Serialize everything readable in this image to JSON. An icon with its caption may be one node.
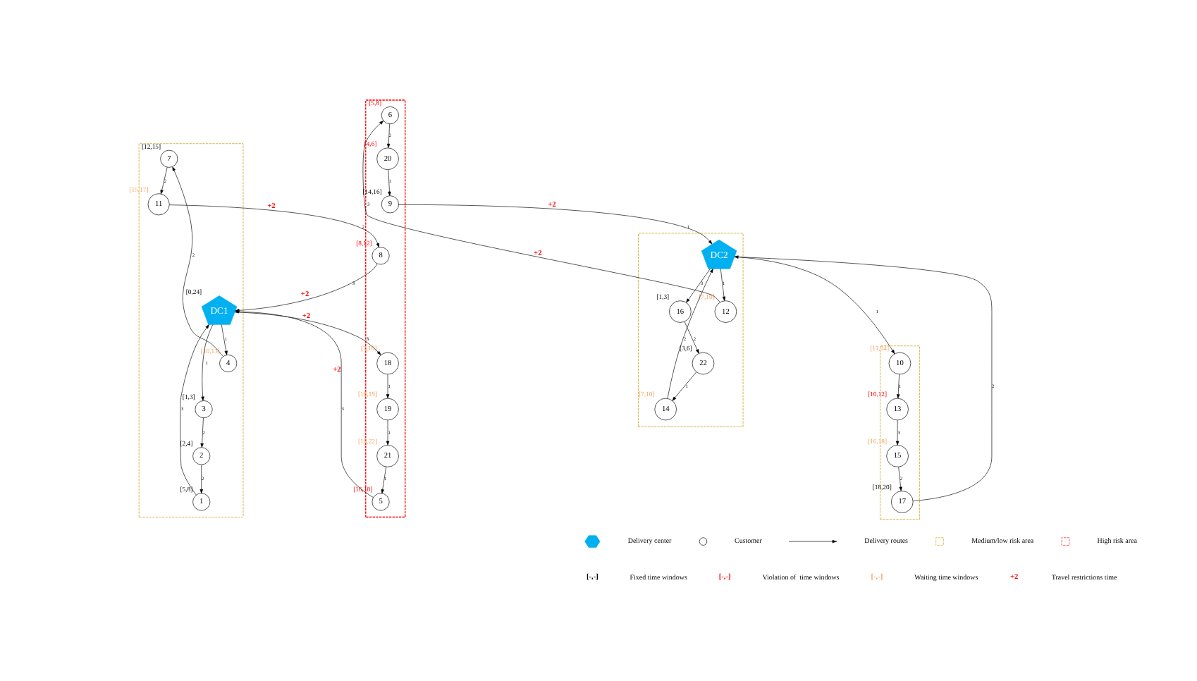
{
  "diagram": {
    "nodes": [
      {
        "text": [],
        "shape": "box"
      },
      {
        "text": [
          "7"
        ],
        "beside": [
          "[12,15]"
        ],
        "in": 0
      },
      {
        "text": [
          "11"
        ],
        "beside": [
          "[15,17]"
        ],
        "in": 0
      },
      {
        "text": [
          "4"
        ],
        "beside": [
          "[10,13]"
        ],
        "in": 0
      },
      {
        "text": [
          "DC1"
        ],
        "beside": [
          "[0,24]"
        ],
        "in": 0
      },
      {
        "text": [
          "1"
        ],
        "beside": [
          "[5,8]"
        ],
        "in": 0
      },
      {
        "text": [
          "2"
        ],
        "beside": [
          "[2,4]"
        ],
        "in": 0
      },
      {
        "text": [
          "3"
        ],
        "beside": [
          "[1,3]"
        ],
        "in": 0
      },
      {
        "text": [],
        "shape": "box"
      },
      {
        "text": [
          "6"
        ],
        "beside": [
          "[5,8]"
        ],
        "in": 8
      },
      {
        "text": [
          "8"
        ],
        "beside": [
          "[8,12]"
        ],
        "in": 8
      },
      {
        "text": [
          "20"
        ],
        "beside": [
          "[4,6]"
        ],
        "in": 8
      },
      {
        "text": [
          "18"
        ],
        "beside": [
          "[7,10]"
        ],
        "in": 8
      },
      {
        "text": [
          "9"
        ],
        "beside": [
          "[14,16]"
        ],
        "in": 8
      },
      {
        "text": [
          "19"
        ],
        "beside": [
          "[16,19]"
        ],
        "in": 8
      },
      {
        "text": [
          "5"
        ],
        "beside": [
          "[16,18]"
        ],
        "in": 8
      },
      {
        "text": [
          "21"
        ],
        "beside": [
          "[18,22]"
        ],
        "in": 8
      },
      {
        "text": [],
        "shape": "box"
      },
      {
        "text": [
          "12"
        ],
        "beside": [
          "[7,10]"
        ],
        "in": 17
      },
      {
        "text": [
          "14"
        ],
        "beside": [
          "[7,10]"
        ],
        "in": 17
      },
      {
        "text": [
          "22"
        ],
        "beside": [
          "[3,6]"
        ],
        "in": 17
      },
      {
        "text": [
          "DC2"
        ],
        "in": 17
      },
      {
        "text": [
          "16"
        ],
        "beside": [
          "[1,3]"
        ],
        "in": 17
      },
      {
        "text": [],
        "shape": "box"
      },
      {
        "text": [
          "10"
        ],
        "beside": [
          "[11,14]"
        ],
        "in": 23
      },
      {
        "text": [
          "17"
        ],
        "beside": [
          "[18,20]"
        ],
        "in": 23
      },
      {
        "text": [
          "13"
        ],
        "beside": [
          "[10,12]"
        ],
        "in": 23
      },
      {
        "text": [
          "15"
        ],
        "beside": [
          "[16,18]"
        ],
        "in": 23
      }
    ],
    "edges": [
      {
        "from": 1,
        "to": 2,
        "arrow": "to",
        "label": "2"
      },
      {
        "from": 2,
        "to": 10,
        "arrow": "to",
        "label": "2"
      },
      {
        "from": 10,
        "to": 4,
        "arrow": "to",
        "label": "3"
      },
      {
        "from": 3,
        "to": 1,
        "arrow": "to",
        "label": "2"
      },
      {
        "from": 4,
        "to": 3,
        "arrow": "to",
        "label": "1"
      },
      {
        "from": 5,
        "to": 4,
        "arrow": "to",
        "label": "3"
      },
      {
        "from": 6,
        "to": 5,
        "arrow": "to",
        "label": "2"
      },
      {
        "from": 7,
        "to": 6,
        "arrow": "to",
        "label": "2"
      },
      {
        "from": 4,
        "to": 7,
        "arrow": "to",
        "label": "1"
      },
      {
        "from": 4,
        "to": 12,
        "arrow": "to",
        "label": "3"
      },
      {
        "from": 12,
        "to": 14,
        "arrow": "to",
        "label": "1"
      },
      {
        "from": 14,
        "to": 16,
        "arrow": "to",
        "label": "1"
      },
      {
        "from": 16,
        "to": 15,
        "arrow": "to",
        "label": "1"
      },
      {
        "from": 15,
        "to": 4,
        "arrow": "to",
        "label": "3"
      },
      {
        "from": 18,
        "to": 9,
        "arrow": "to",
        "label": "3"
      },
      {
        "from": 9,
        "to": 11,
        "arrow": "to",
        "label": "2"
      },
      {
        "from": 11,
        "to": 13,
        "arrow": "to",
        "label": "1"
      },
      {
        "from": 13,
        "to": 21,
        "arrow": "to",
        "label": "1"
      },
      {
        "from": 21,
        "to": 18,
        "arrow": "to",
        "label": "1"
      },
      {
        "from": 20,
        "to": 19,
        "arrow": "to",
        "label": "1"
      },
      {
        "from": 19,
        "to": 21,
        "arrow": "to",
        "label": "2"
      },
      {
        "from": 22,
        "to": 20,
        "arrow": "to",
        "label": "2"
      },
      {
        "from": 21,
        "to": 22,
        "arrow": "to",
        "label": "3"
      },
      {
        "from": 21,
        "to": 24,
        "arrow": "to",
        "label": "1"
      },
      {
        "from": 24,
        "to": 26,
        "arrow": "to",
        "label": "1"
      },
      {
        "from": 26,
        "to": 27,
        "arrow": "to",
        "label": "3"
      },
      {
        "from": 27,
        "to": 25,
        "arrow": "to",
        "label": "2"
      },
      {
        "from": 25,
        "to": 21,
        "arrow": "to",
        "label": "2"
      }
    ],
    "labels": [
      "+2",
      "+2",
      "+2",
      "+2",
      "+2",
      "+2",
      "[-,-]",
      "[-,-]",
      "[-,-]",
      "+2"
    ],
    "legend": [
      {
        "text": "Delivery center"
      },
      {
        "text": "Customer"
      },
      {
        "text": "Delivery routes"
      },
      {
        "text": "Medium/low risk area"
      },
      {
        "text": "High risk area"
      },
      {
        "text": "Fixed time windows"
      },
      {
        "text": "Violation of  time windows"
      },
      {
        "text": "Waiting time windows"
      },
      {
        "text": "Travel restrictions time"
      }
    ]
  }
}
